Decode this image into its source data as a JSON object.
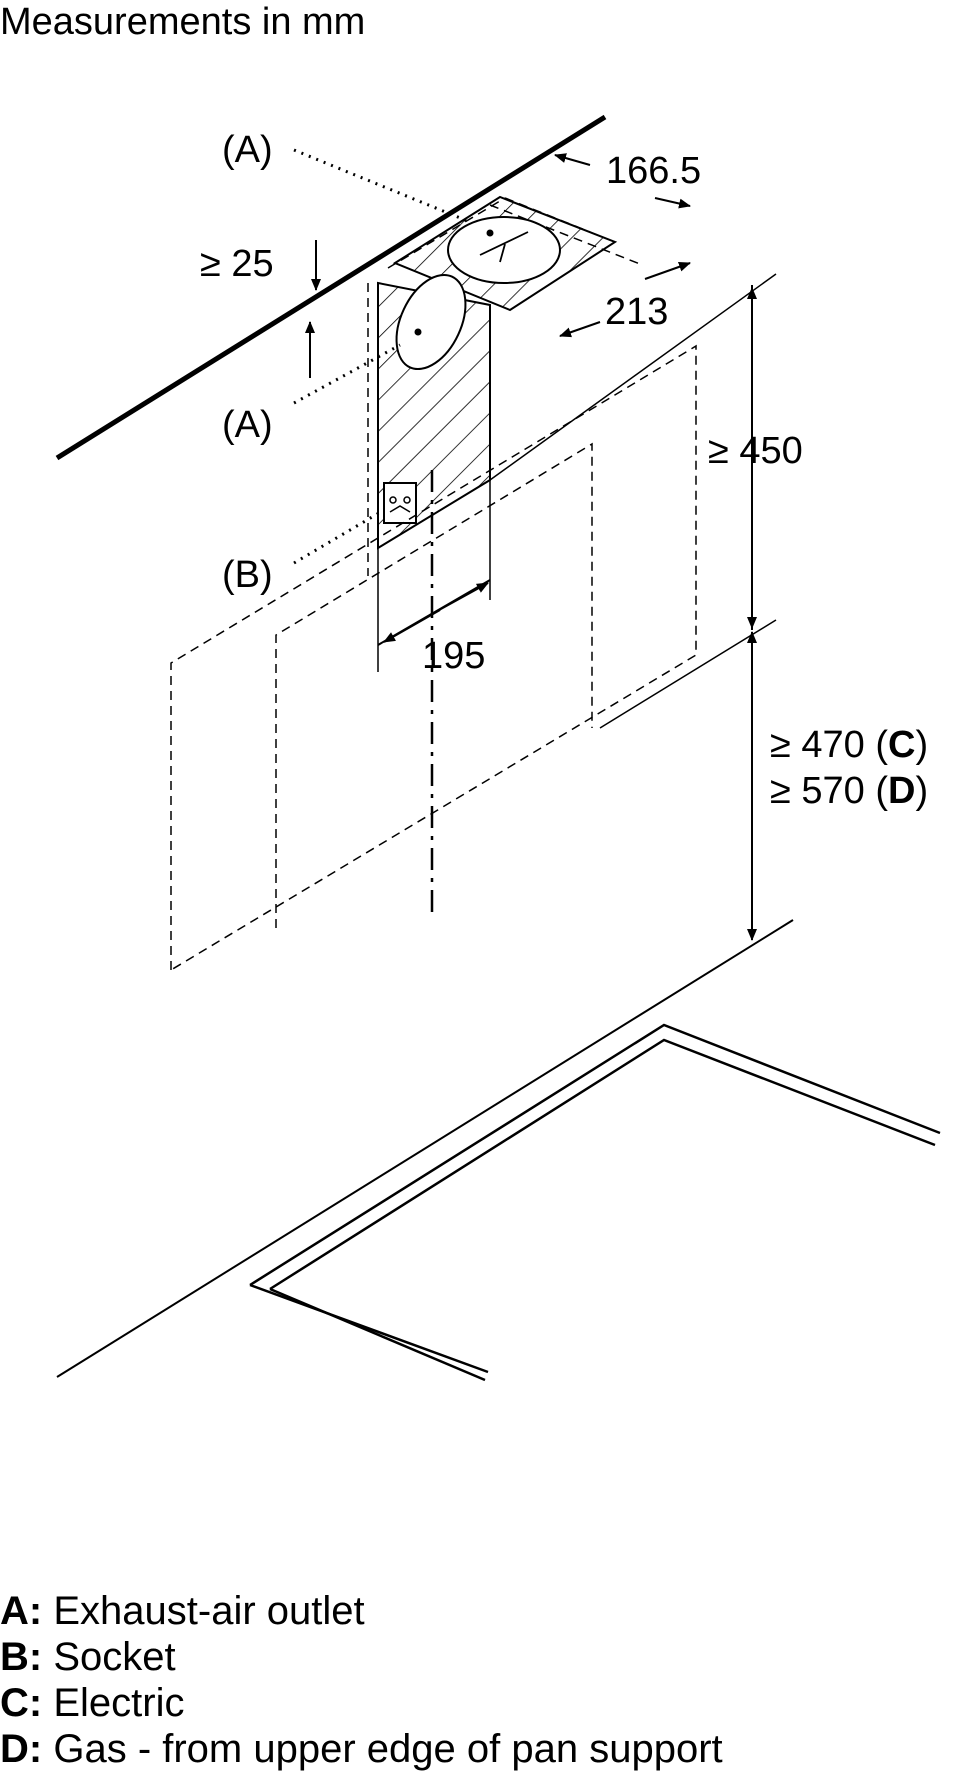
{
  "title": "Measurements in mm",
  "labels": {
    "a_top": "(A)",
    "a_mid": "(A)",
    "b": "(B)",
    "gap_25": "≥ 25",
    "dim_166": "166.5",
    "dim_213": "213",
    "dim_450": "≥ 450",
    "dim_195": "195",
    "dim_470": "≥ 470",
    "dim_570": "≥ 570",
    "ref_c": "C",
    "ref_d": "D"
  },
  "legend": [
    {
      "key": "A:",
      "text": "Exhaust-air outlet"
    },
    {
      "key": "B:",
      "text": "Socket"
    },
    {
      "key": "C:",
      "text": "Electric"
    },
    {
      "key": "D:",
      "text": "Gas - from upper edge of pan support"
    }
  ]
}
